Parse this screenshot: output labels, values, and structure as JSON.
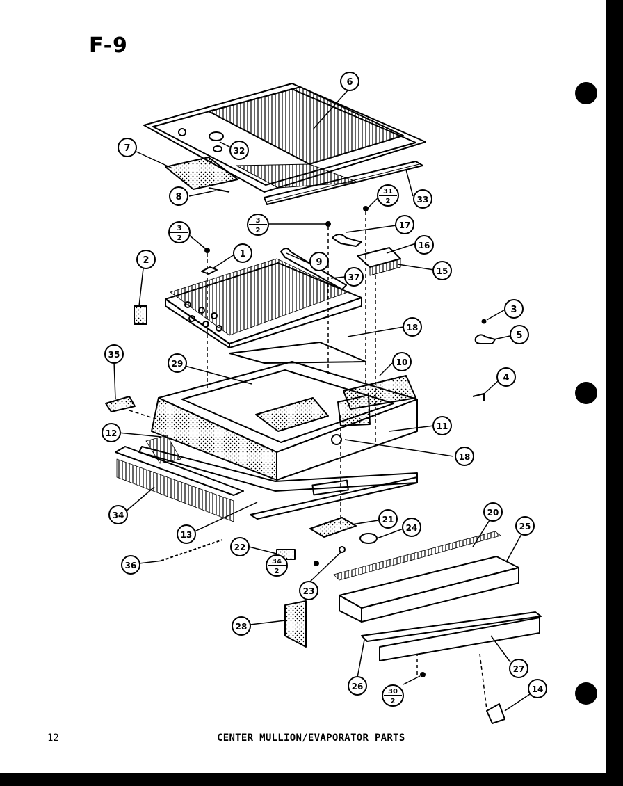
{
  "figure_id": "F-9",
  "page_number": "12",
  "caption": "CENTER MULLION/EVAPORATOR PARTS",
  "callouts": [
    {
      "id": "c6",
      "label": "6"
    },
    {
      "id": "c7",
      "label": "7"
    },
    {
      "id": "c32",
      "label": "32"
    },
    {
      "id": "c8a",
      "label": "8"
    },
    {
      "id": "c31",
      "top": "31",
      "bottom": "2"
    },
    {
      "id": "c33",
      "label": "33"
    },
    {
      "id": "c3a",
      "top": "3",
      "bottom": "2"
    },
    {
      "id": "c3b",
      "top": "3",
      "bottom": "2"
    },
    {
      "id": "c17",
      "label": "17"
    },
    {
      "id": "c16",
      "label": "16"
    },
    {
      "id": "c2",
      "label": "2"
    },
    {
      "id": "c1",
      "label": "1"
    },
    {
      "id": "c9",
      "label": "9"
    },
    {
      "id": "c37",
      "label": "37"
    },
    {
      "id": "c15",
      "label": "15"
    },
    {
      "id": "c3c",
      "label": "3"
    },
    {
      "id": "c5",
      "label": "5"
    },
    {
      "id": "c18a",
      "label": "18"
    },
    {
      "id": "c35",
      "label": "35"
    },
    {
      "id": "c29",
      "label": "29"
    },
    {
      "id": "c10",
      "label": "10"
    },
    {
      "id": "c4",
      "label": "4"
    },
    {
      "id": "c12",
      "label": "12"
    },
    {
      "id": "c11",
      "label": "11"
    },
    {
      "id": "c18b",
      "label": "18"
    },
    {
      "id": "c34",
      "label": "34"
    },
    {
      "id": "c13",
      "label": "13"
    },
    {
      "id": "c21",
      "label": "21"
    },
    {
      "id": "c24",
      "label": "24"
    },
    {
      "id": "c20",
      "label": "20"
    },
    {
      "id": "c25",
      "label": "25"
    },
    {
      "id": "c22",
      "label": "22"
    },
    {
      "id": "c36",
      "label": "36"
    },
    {
      "id": "c34b",
      "top": "34",
      "bottom": "2"
    },
    {
      "id": "c23",
      "label": "23"
    },
    {
      "id": "c28",
      "label": "28"
    },
    {
      "id": "c27",
      "label": "27"
    },
    {
      "id": "c26",
      "label": "26"
    },
    {
      "id": "c30",
      "top": "30",
      "bottom": "2"
    },
    {
      "id": "c14",
      "label": "14"
    }
  ]
}
